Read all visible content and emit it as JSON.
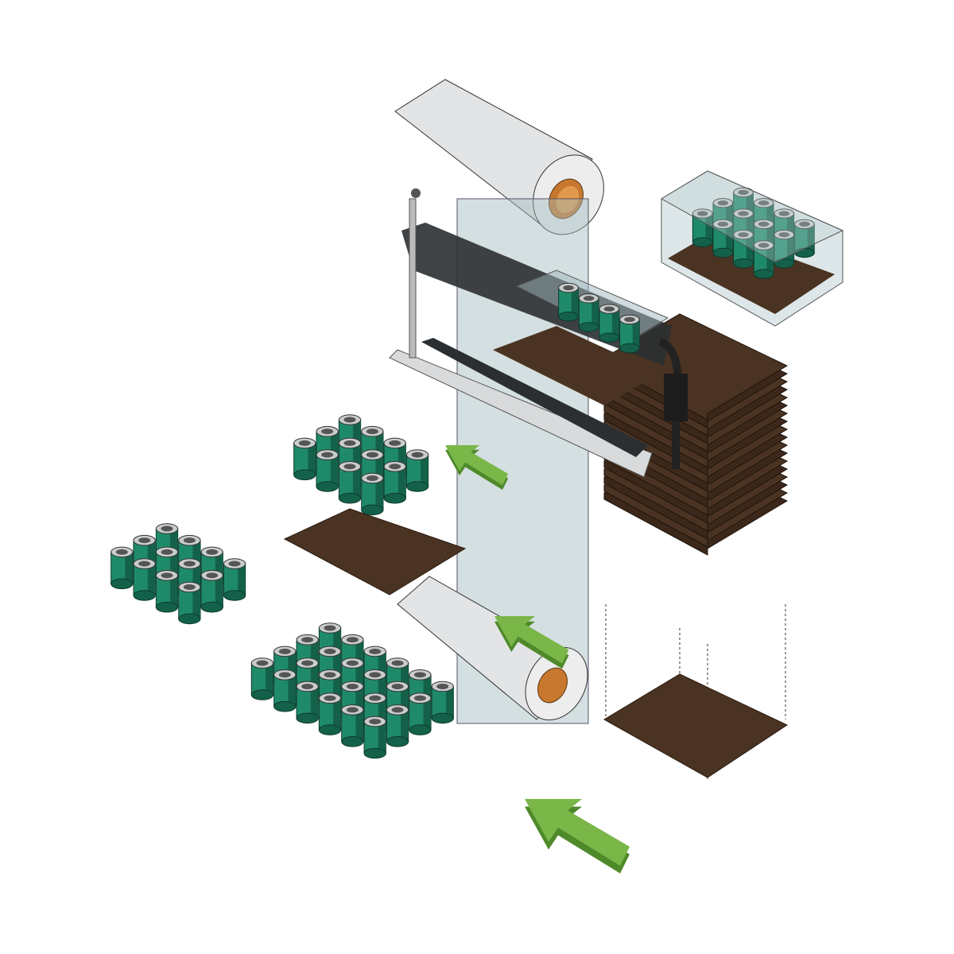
{
  "colors": {
    "background": "#ffffff",
    "can_body": "#1f8a6a",
    "can_body_dark": "#14614a",
    "can_top": "#c9cdcc",
    "film_roll": "#e6e7e8",
    "roll_core": "#c8782e",
    "film_sheet": "#9fb8bd",
    "pad": "#4a3322",
    "arrow": "#7ab648",
    "arrow_dark": "#4f8a2a",
    "machine": "#2b2f31"
  },
  "packs": [
    {
      "name": "pack-on-pad",
      "rows": 4,
      "cols": 3
    },
    {
      "name": "pack-left",
      "rows": 4,
      "cols": 3
    },
    {
      "name": "pack-bottom",
      "rows": 6,
      "cols": 4
    },
    {
      "name": "pack-wrapped",
      "rows": 4,
      "cols": 3
    },
    {
      "name": "pack-in-machine",
      "rows": 4,
      "cols": 1
    }
  ],
  "icons": [
    "arrow-icon",
    "arrow-icon",
    "arrow-icon"
  ]
}
